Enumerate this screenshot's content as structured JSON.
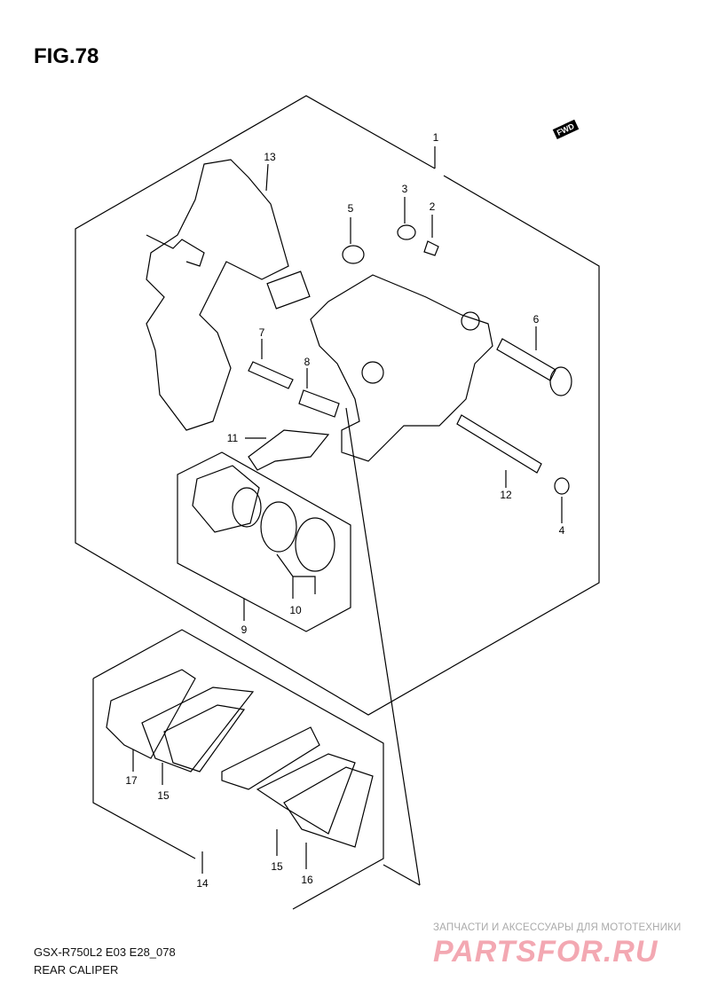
{
  "figure_title": "FIG.78",
  "fwd_label": "FWD",
  "callouts": {
    "c1": "1",
    "c2": "2",
    "c3": "3",
    "c4": "4",
    "c5": "5",
    "c6": "6",
    "c7": "7",
    "c8": "8",
    "c9": "9",
    "c10": "10",
    "c11": "11",
    "c12": "12",
    "c13": "13",
    "c14": "14",
    "c15a": "15",
    "c15b": "15",
    "c16": "16",
    "c17": "17"
  },
  "footer": {
    "model_code": "GSX-R750L2 E03 E28_078",
    "section_name": "REAR CALIPER"
  },
  "watermark": {
    "tagline": "ЗАПЧАСТИ И АКСЕССУАРЫ ДЛЯ МОТОТЕХНИКИ",
    "brand": "PARTSFOR.RU"
  }
}
